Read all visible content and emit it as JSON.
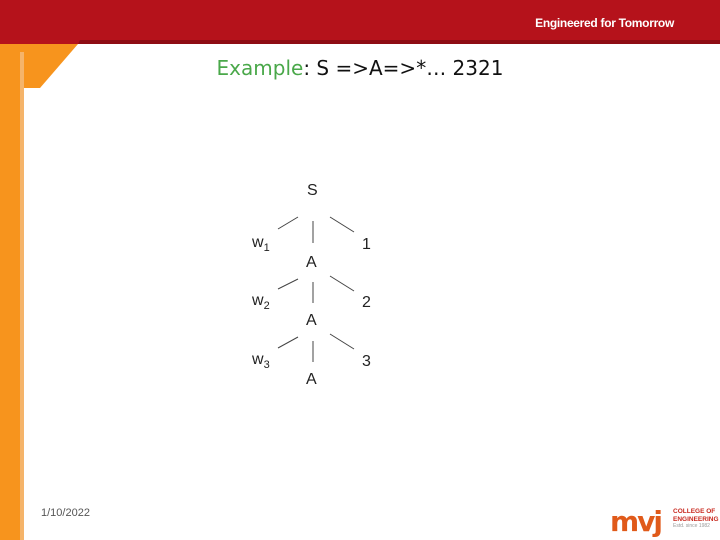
{
  "header": {
    "tagline": "Engineered for Tomorrow"
  },
  "title": {
    "keyword": "Example",
    "rest": ": S =>A=>*… 2321"
  },
  "tree": {
    "root": "S",
    "levels": [
      {
        "w": "w",
        "sub": "1",
        "node": "A",
        "digit": "1"
      },
      {
        "w": "w",
        "sub": "2",
        "node": "A",
        "digit": "2"
      },
      {
        "w": "w",
        "sub": "3",
        "node": "A",
        "digit": "3"
      }
    ]
  },
  "footer": {
    "date": "1/10/2022"
  },
  "logo": {
    "mark": "mvj",
    "line1": "COLLEGE OF",
    "line2": "ENGINEERING",
    "line3": "Estd. since 1982"
  },
  "colors": {
    "header_red": "#b5121b",
    "side_orange": "#f7941d",
    "keyword_green": "#4aa84a"
  }
}
